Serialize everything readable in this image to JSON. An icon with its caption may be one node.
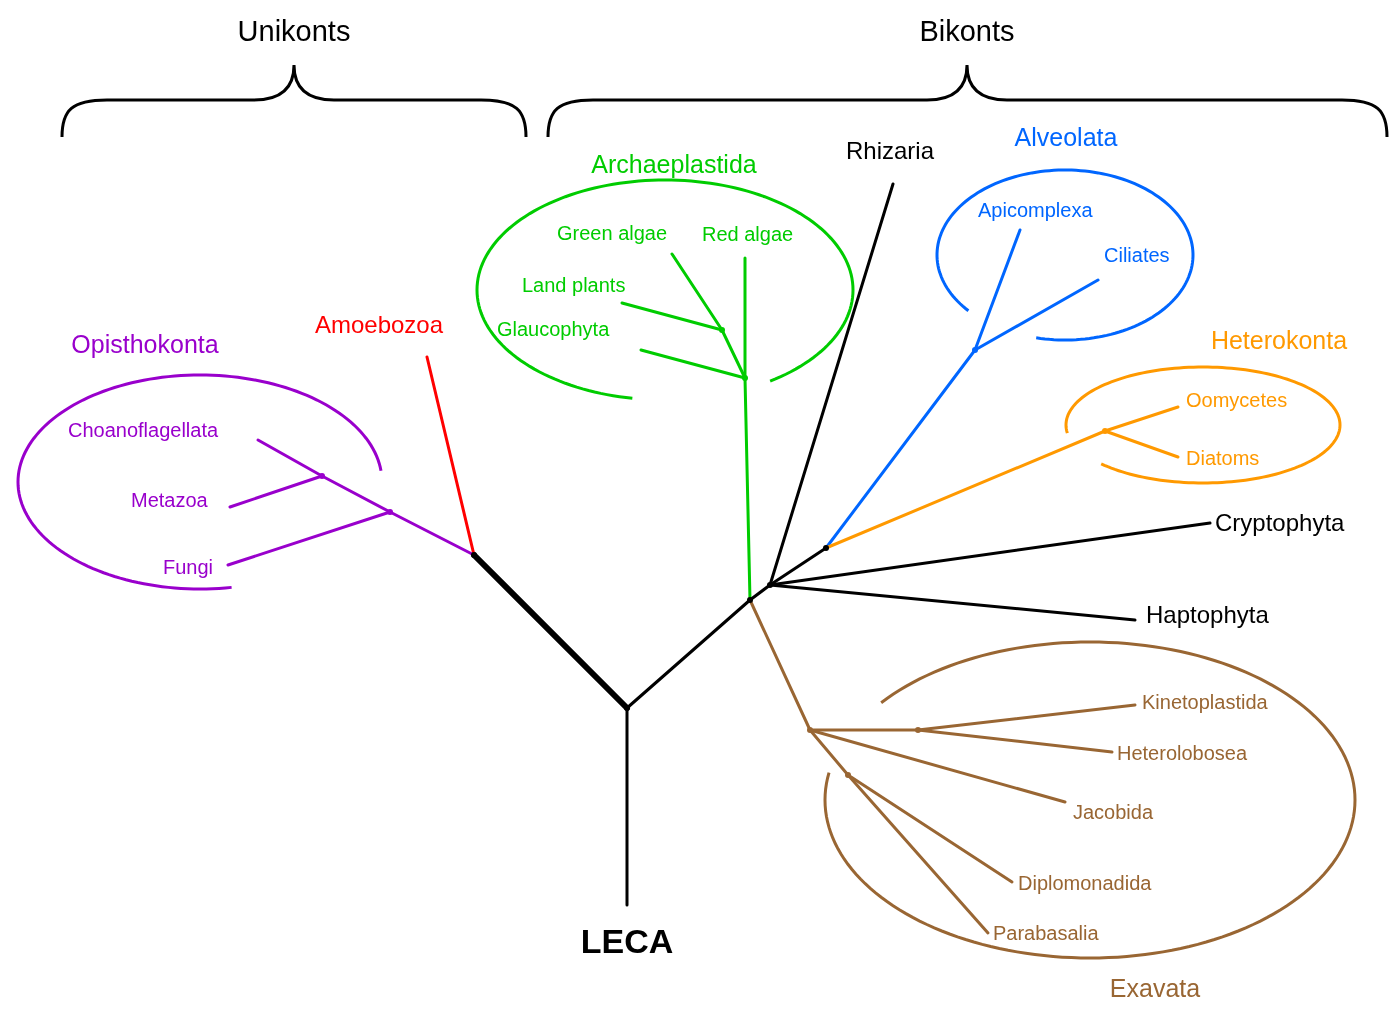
{
  "diagram": {
    "nodes": [
      {
        "text": [
          "Opisthokonta"
        ]
      },
      {
        "text": [
          "Choanoflagellata"
        ],
        "in": 0
      },
      {
        "text": [
          "Metazoa"
        ],
        "in": 0
      },
      {
        "text": [
          "Fungi"
        ],
        "in": 0
      },
      {
        "text": [
          "Amoebozoa"
        ]
      },
      {
        "text": [
          "Archaeplastida"
        ]
      },
      {
        "text": [
          "Green algae"
        ],
        "in": 5
      },
      {
        "text": [
          "Red algae"
        ],
        "in": 5
      },
      {
        "text": [
          "Land plants"
        ],
        "in": 5
      },
      {
        "text": [
          "Glaucophyta"
        ],
        "in": 5
      },
      {
        "text": [
          "Rhizaria"
        ]
      },
      {
        "text": [
          "Alveolata"
        ]
      },
      {
        "text": [
          "Apicomplexa"
        ],
        "in": 11
      },
      {
        "text": [
          "Ciliates"
        ],
        "in": 11
      },
      {
        "text": [
          "Heterokonta"
        ]
      },
      {
        "text": [
          "Oomycetes"
        ],
        "in": 14
      },
      {
        "text": [
          "Diatoms"
        ],
        "in": 14
      },
      {
        "text": [
          "Cryptophyta"
        ]
      },
      {
        "text": [
          "Haptophyta"
        ]
      },
      {
        "text": [
          "Exavata"
        ]
      },
      {
        "text": [
          "Kinetoplastida"
        ],
        "in": 19
      },
      {
        "text": [
          "Heterolobosea"
        ],
        "in": 19
      },
      {
        "text": [
          "Jacobida"
        ],
        "in": 19
      },
      {
        "text": [
          "Diplomonadida"
        ],
        "in": 19
      },
      {
        "text": [
          "Parabasalia"
        ],
        "in": 19
      },
      {
        "text": [
          "LECA"
        ]
      },
      {
        "text": [],
        "shape": "dot"
      },
      {
        "text": [],
        "shape": "dot"
      },
      {
        "text": [],
        "shape": "dot"
      },
      {
        "text": [],
        "shape": "dot",
        "in": 0
      },
      {
        "text": [],
        "shape": "dot"
      },
      {
        "text": [],
        "shape": "dot",
        "in": 5
      },
      {
        "text": [],
        "shape": "dot",
        "in": 5
      },
      {
        "text": [],
        "shape": "dot"
      },
      {
        "text": [],
        "shape": "dot"
      },
      {
        "text": [],
        "shape": "dot"
      },
      {
        "text": [],
        "shape": "dot",
        "in": 14
      },
      {
        "text": [],
        "shape": "dot"
      },
      {
        "text": [],
        "shape": "dot",
        "in": 19
      },
      {
        "text": [],
        "shape": "dot",
        "in": 19
      }
    ],
    "edges": [
      {
        "from": 25,
        "to": 26,
        "arrow": "none",
        "color": "#000000"
      },
      {
        "from": 26,
        "to": 27,
        "arrow": "none",
        "style": "thick",
        "color": "#000000"
      },
      {
        "from": 26,
        "to": 30,
        "arrow": "none",
        "color": "#000000"
      },
      {
        "from": 27,
        "to": 4,
        "arrow": "none",
        "color": "#ff0000"
      },
      {
        "from": 27,
        "to": 28,
        "arrow": "none",
        "color": "#9900cc"
      },
      {
        "from": 28,
        "to": 3,
        "arrow": "none",
        "color": "#9900cc"
      },
      {
        "from": 28,
        "to": 29,
        "arrow": "none",
        "color": "#9900cc"
      },
      {
        "from": 29,
        "to": 2,
        "arrow": "none",
        "color": "#9900cc"
      },
      {
        "from": 29,
        "to": 1,
        "arrow": "none",
        "color": "#9900cc"
      },
      {
        "from": 30,
        "to": 31,
        "arrow": "none",
        "color": "#00cc00"
      },
      {
        "from": 31,
        "to": 7,
        "arrow": "none",
        "color": "#00cc00"
      },
      {
        "from": 31,
        "to": 9,
        "arrow": "none",
        "color": "#00cc00"
      },
      {
        "from": 31,
        "to": 32,
        "arrow": "none",
        "color": "#00cc00"
      },
      {
        "from": 32,
        "to": 8,
        "arrow": "none",
        "color": "#00cc00"
      },
      {
        "from": 32,
        "to": 6,
        "arrow": "none",
        "color": "#00cc00"
      },
      {
        "from": 30,
        "to": 33,
        "arrow": "none",
        "color": "#000000"
      },
      {
        "from": 33,
        "to": 10,
        "arrow": "none",
        "color": "#000000"
      },
      {
        "from": 33,
        "to": 17,
        "arrow": "none",
        "color": "#000000"
      },
      {
        "from": 33,
        "to": 18,
        "arrow": "none",
        "color": "#000000"
      },
      {
        "from": 33,
        "to": 34,
        "arrow": "none",
        "color": "#000000"
      },
      {
        "from": 34,
        "to": 35,
        "arrow": "none",
        "color": "#0066ff"
      },
      {
        "from": 35,
        "to": 12,
        "arrow": "none",
        "color": "#0066ff"
      },
      {
        "from": 35,
        "to": 13,
        "arrow": "none",
        "color": "#0066ff"
      },
      {
        "from": 34,
        "to": 36,
        "arrow": "none",
        "color": "#ff9900"
      },
      {
        "from": 36,
        "to": 15,
        "arrow": "none",
        "color": "#ff9900"
      },
      {
        "from": 36,
        "to": 16,
        "arrow": "none",
        "color": "#ff9900"
      },
      {
        "from": 30,
        "to": 37,
        "arrow": "none",
        "color": "#996633"
      },
      {
        "from": 37,
        "to": 38,
        "arrow": "none",
        "color": "#996633"
      },
      {
        "from": 38,
        "to": 20,
        "arrow": "none",
        "color": "#996633"
      },
      {
        "from": 38,
        "to": 21,
        "arrow": "none",
        "color": "#996633"
      },
      {
        "from": 37,
        "to": 22,
        "arrow": "none",
        "color": "#996633"
      },
      {
        "from": 37,
        "to": 39,
        "arrow": "none",
        "color": "#996633"
      },
      {
        "from": 39,
        "to": 23,
        "arrow": "none",
        "color": "#996633"
      },
      {
        "from": 39,
        "to": 24,
        "arrow": "none",
        "color": "#996633"
      }
    ],
    "labels": [
      "Unikonts",
      "Bikonts"
    ]
  }
}
